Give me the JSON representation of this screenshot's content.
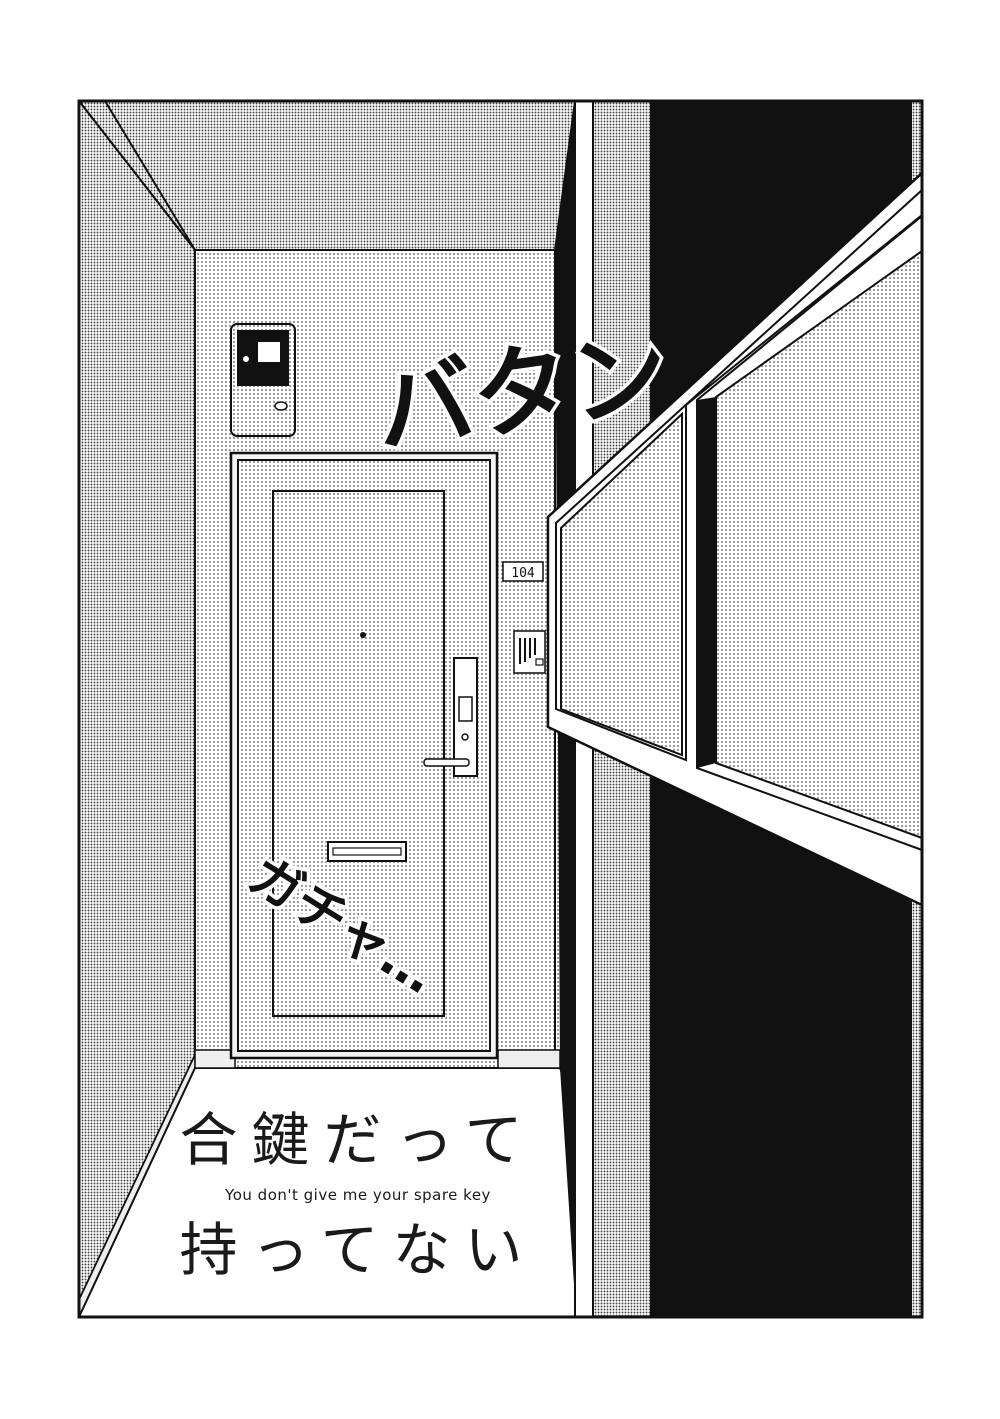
{
  "title": {
    "line1": "合鍵だって",
    "subtitle": "You don't give me your spare key",
    "line2": "持ってない"
  },
  "sfx": {
    "slam": "バタン",
    "click": "ガチャ…"
  },
  "door": {
    "room_number": "104"
  },
  "colors": {
    "ink": "#111111",
    "paper": "#ffffff",
    "screentone_light": "#dcdcdc",
    "screentone_mid": "#c4c4c4",
    "screentone_dark": "#a9a9a9"
  }
}
